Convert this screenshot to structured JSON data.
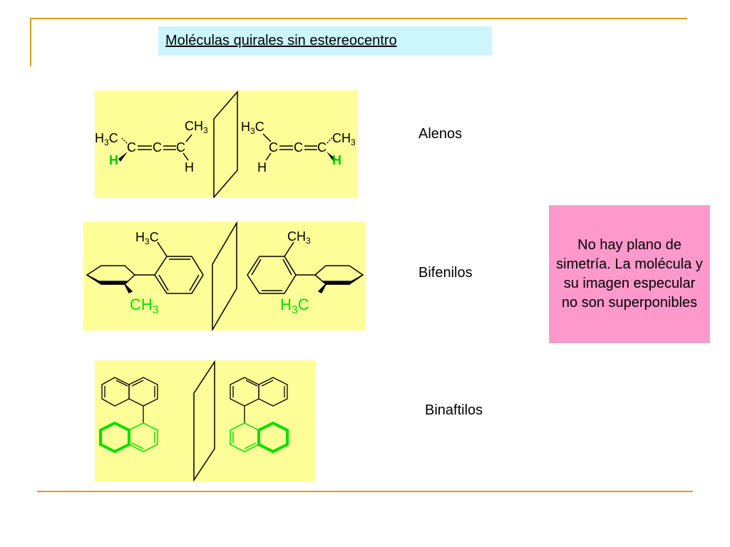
{
  "slide": {
    "title": "Moléculas quirales sin estereocentro",
    "colors": {
      "frame": "#d4a017",
      "title_bg": "#ccf6fb",
      "panel_bg": "#ffff99",
      "note_bg": "#ff99cc",
      "highlight": "#00e000"
    }
  },
  "rows": [
    {
      "label": "Alenos"
    },
    {
      "label": "Bifenilos"
    },
    {
      "label": "Binaftilos"
    }
  ],
  "note": {
    "text": "No hay plano de simetría. La molécula y su imagen especular no son superponibles"
  },
  "allene": {
    "me": "CH3",
    "me_left": "H3C",
    "carbon": "C",
    "h": "H"
  },
  "biphenyl": {
    "me_top_left": "H3C",
    "me_top_right": "CH3",
    "me_green_left": "CH3",
    "me_green_right": "H3C"
  }
}
